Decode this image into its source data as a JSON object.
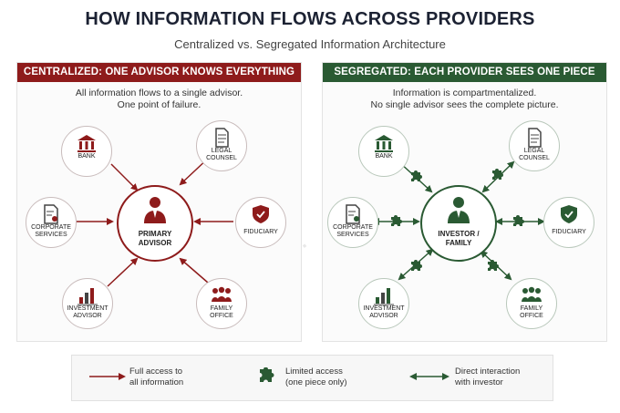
{
  "header": {
    "title": "HOW INFORMATION FLOWS ACROSS PROVIDERS",
    "subtitle": "Centralized vs. Segregated Information Architecture"
  },
  "left_panel": {
    "banner": "CENTRALIZED: ONE ADVISOR KNOWS EVERYTHING",
    "desc_line1": "All information flows to a single advisor.",
    "desc_line2": "One point of failure.",
    "center": {
      "line1": "PRIMARY",
      "line2": "ADVISOR",
      "icon": "advisor-icon"
    },
    "nodes": {
      "bank": {
        "line1": "BANK",
        "icon": "bank-icon"
      },
      "legal": {
        "line1": "LEGAL",
        "line2": "COUNSEL",
        "icon": "document-icon"
      },
      "corporate": {
        "line1": "CORPORATE",
        "line2": "SERVICES",
        "icon": "certificate-icon"
      },
      "fiduciary": {
        "line1": "FIDUCIARY",
        "icon": "shield-icon"
      },
      "investment": {
        "line1": "INVESTMENT",
        "line2": "ADVISOR",
        "icon": "chart-icon"
      },
      "family": {
        "line1": "FAMILY",
        "line2": "OFFICE",
        "icon": "people-icon"
      }
    }
  },
  "right_panel": {
    "banner": "SEGREGATED: EACH PROVIDER SEES ONE PIECE",
    "desc_line1": "Information is compartmentalized.",
    "desc_line2": "No single advisor sees the complete picture.",
    "center": {
      "line1": "INVESTOR /",
      "line2": "FAMILY",
      "icon": "investor-icon"
    },
    "nodes": {
      "bank": {
        "line1": "BANK",
        "icon": "bank-icon"
      },
      "legal": {
        "line1": "LEGAL",
        "line2": "COUNSEL",
        "icon": "document-icon"
      },
      "corporate": {
        "line1": "CORPORATE",
        "line2": "SERVICES",
        "icon": "certificate-icon"
      },
      "fiduciary": {
        "line1": "FIDUCIARY",
        "icon": "shield-icon"
      },
      "investment": {
        "line1": "INVESTMENT",
        "line2": "ADVISOR",
        "icon": "chart-icon"
      },
      "family": {
        "line1": "FAMILY",
        "line2": "OFFICE",
        "icon": "people-icon"
      }
    }
  },
  "legend": {
    "item1_line1": "Full access to",
    "item1_line2": "all information",
    "item2_line1": "Limited access",
    "item2_line2": "(one piece only)",
    "item3_line1": "Direct interaction",
    "item3_line2": "with investor"
  },
  "watermark": {
    "text": "fiverr."
  },
  "colors": {
    "red": "#8e1b1b",
    "green": "#2a5a33"
  }
}
